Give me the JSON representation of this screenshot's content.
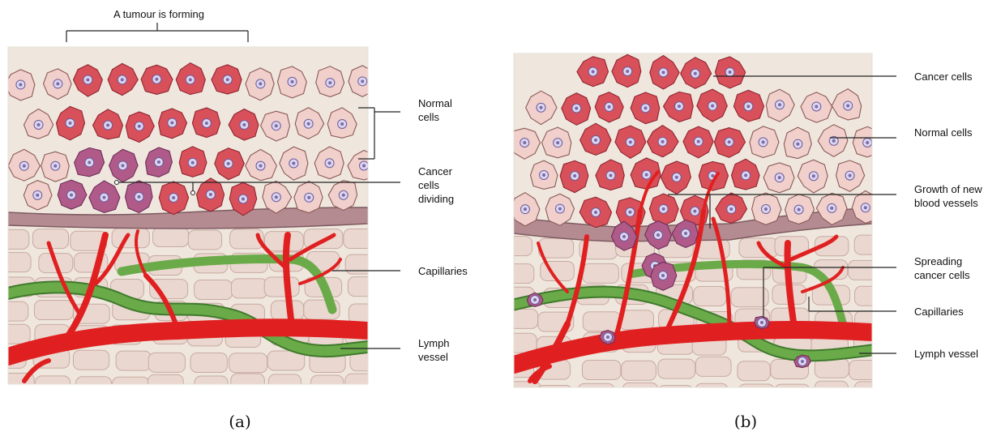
{
  "panel_a": {
    "header": "A tumour is forming",
    "labels": {
      "normal_cells": [
        "Normal",
        "cells"
      ],
      "cancer_cells_dividing": [
        "Cancer",
        "cells",
        "dividing"
      ],
      "capillaries": "Capillaries",
      "lymph_vessel": [
        "Lymph",
        "vessel"
      ]
    },
    "caption": "(a)"
  },
  "panel_b": {
    "labels": {
      "cancer_cells": "Cancer cells",
      "normal_cells": "Normal cells",
      "growth_of_new_blood_vessels": [
        "Growth of new",
        "blood vessels"
      ],
      "spreading_cancer_cells": [
        "Spreading",
        "cancer cells"
      ],
      "capillaries": "Capillaries",
      "lymph_vessel": "Lymph vessel"
    },
    "caption": "(b)"
  },
  "colors": {
    "normal_cell": "#f1cfca",
    "cancer_cell": "#d8505a",
    "dividing_cell": "#b05a8a",
    "blood_vessel": "#e02020",
    "lymph_vessel": "#6aaa48",
    "dermis": "#e6d2c9"
  }
}
